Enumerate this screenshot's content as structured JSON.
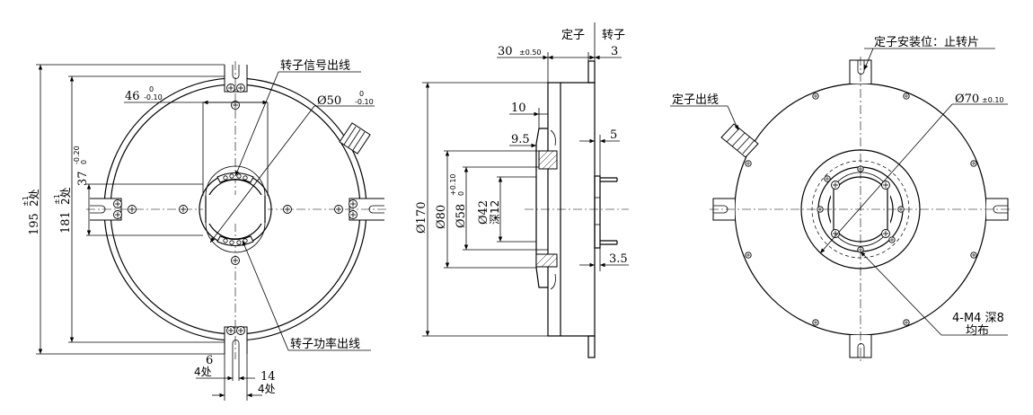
{
  "left_view": {
    "rotor_signal_out": "转子信号出线",
    "rotor_power_out": "转子功率出线",
    "dim_46": "46",
    "dim_46_up": "0",
    "dim_46_low": "-0.10",
    "dim_50": "Ø50",
    "dim_50_up": "0",
    "dim_50_low": "-0.10",
    "dim_37": "37",
    "dim_37_up": "-0.20",
    "dim_37_low": "0",
    "dim_195": "195",
    "dim_195_tol": "±1",
    "dim_195_count": "2处",
    "dim_181": "181",
    "dim_181_tol": "±1",
    "dim_181_count": "2处",
    "dim_6": "6",
    "dim_6_count": "4处",
    "dim_14": "14",
    "dim_14_count": "4处"
  },
  "side_view": {
    "stator_label": "定子",
    "rotor_label": "转子",
    "dim_30": "30",
    "dim_30_tol": "±0.50",
    "dim_3": "3",
    "dim_10": "10",
    "dim_9_5": "9.5",
    "dim_5": "5",
    "dim_3_5": "3.5",
    "dim_170": "Ø170",
    "dim_80": "Ø80",
    "dim_58": "Ø58",
    "dim_58_up": "+0.10",
    "dim_58_low": "0",
    "dim_42": "Ø42",
    "dim_42_depth": "深12"
  },
  "right_view": {
    "stator_mount": "定子安装位：止转片",
    "stator_out": "定子出线",
    "dim_70": "Ø70",
    "dim_70_tol": "±0.10",
    "holes_note": "4-M4  深8",
    "holes_even": "均布"
  }
}
